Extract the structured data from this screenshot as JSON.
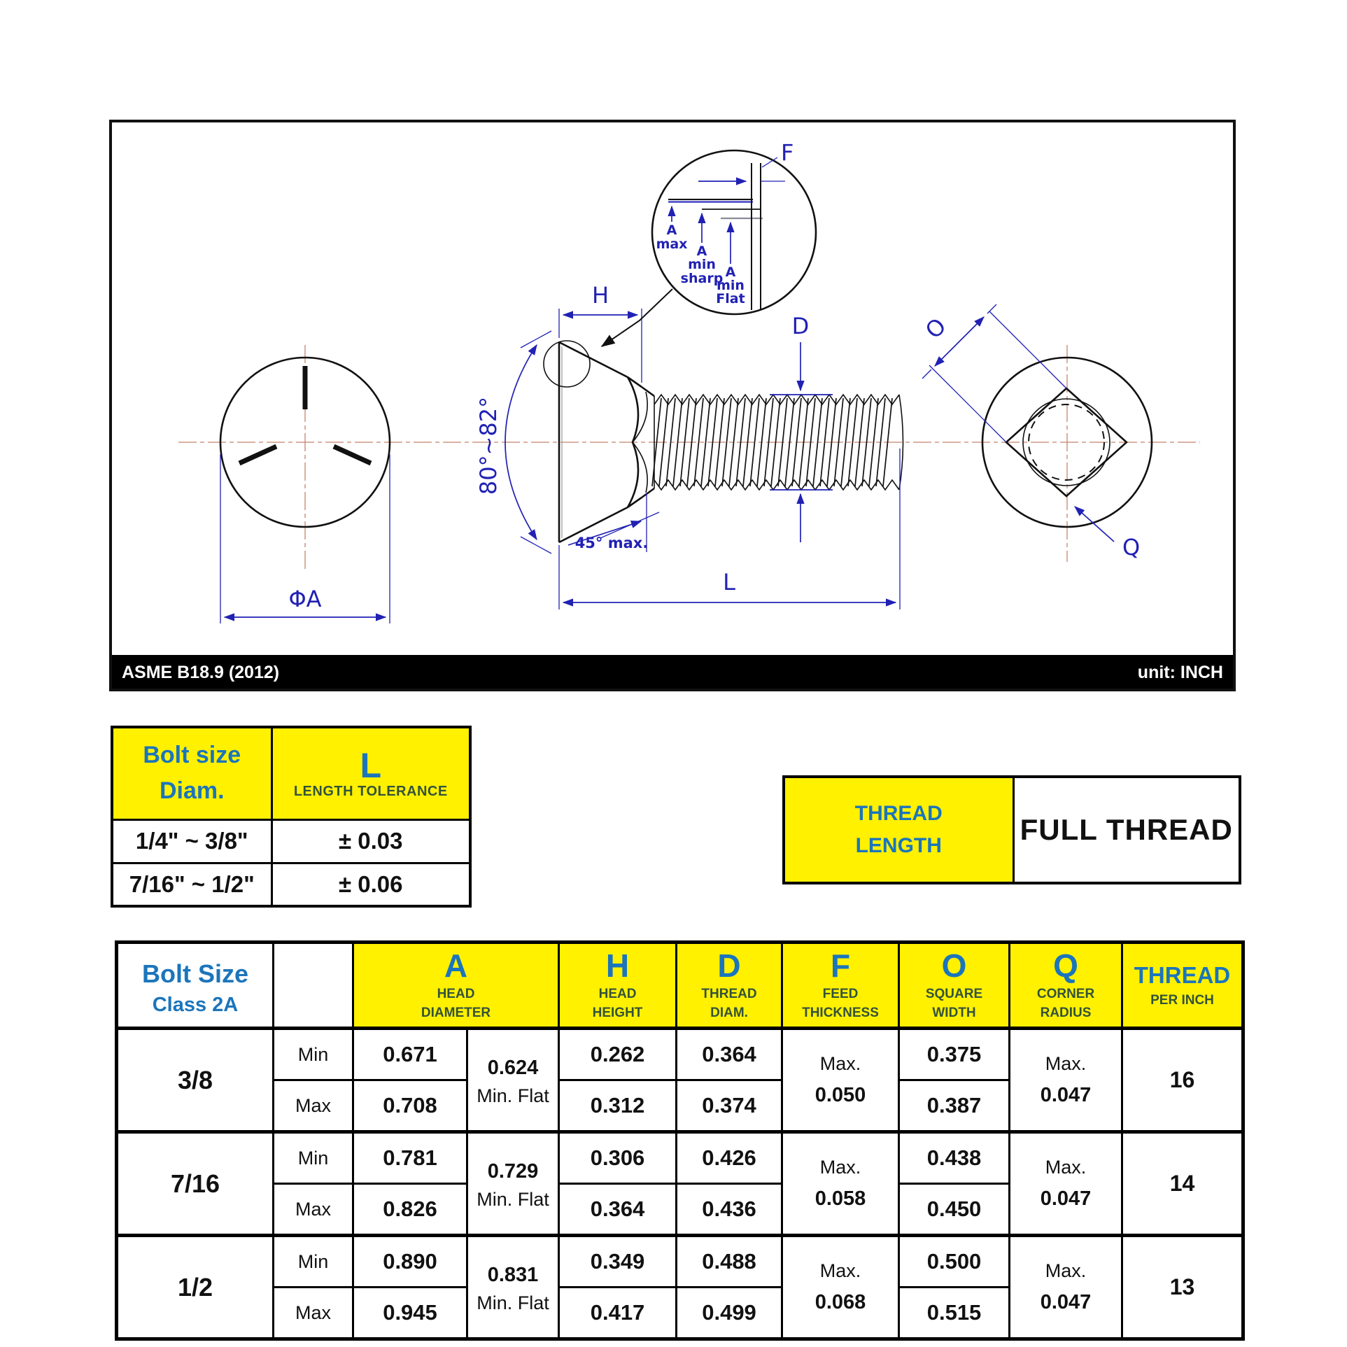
{
  "drawing": {
    "standard_label": "ASME B18.9 (2012)",
    "unit_label": "unit: INCH",
    "labels": {
      "phi_a": "ΦA",
      "h": "H",
      "d": "D",
      "f": "F",
      "l": "L",
      "o": "O",
      "q": "Q",
      "angle": "80°~82°",
      "chamfer": "45° max.",
      "a_max_1": "A",
      "a_max_2": "max",
      "a_min_sharp_1": "A",
      "a_min_sharp_2": "min",
      "a_min_sharp_3": "sharp",
      "a_min_flat_1": "A",
      "a_min_flat_2": "min",
      "a_min_flat_3": "Flat"
    }
  },
  "tolerance_table": {
    "col1_line1": "Bolt size",
    "col1_line2": "Diam.",
    "col2_letter": "L",
    "col2_sub": "LENGTH TOLERANCE",
    "rows": [
      {
        "size": "1/4\" ~ 3/8\"",
        "tol": "± 0.03"
      },
      {
        "size": "7/16\" ~ 1/2\"",
        "tol": "± 0.06"
      }
    ]
  },
  "thread_length_table": {
    "label_line1": "THREAD",
    "label_line2": "LENGTH",
    "value": "FULL THREAD"
  },
  "spec_table": {
    "title_line1": "Bolt Size",
    "title_line2": "Class 2A",
    "headers": {
      "a_letter": "A",
      "a_sub1": "HEAD",
      "a_sub2": "DIAMETER",
      "h_letter": "H",
      "h_sub1": "HEAD",
      "h_sub2": "HEIGHT",
      "d_letter": "D",
      "d_sub1": "THREAD",
      "d_sub2": "DIAM.",
      "f_letter": "F",
      "f_sub1": "FEED",
      "f_sub2": "THICKNESS",
      "o_letter": "O",
      "o_sub1": "SQUARE",
      "o_sub2": "WIDTH",
      "q_letter": "Q",
      "q_sub1": "CORNER",
      "q_sub2": "RADIUS",
      "t_letter": "THREAD",
      "t_sub": "PER INCH"
    },
    "rows": [
      {
        "size": "3/8",
        "min_label": "Min",
        "max_label": "Max",
        "a_min": "0.671",
        "a_max": "0.708",
        "flat_value": "0.624",
        "flat_label": "Min. Flat",
        "h_min": "0.262",
        "h_max": "0.312",
        "d_min": "0.364",
        "d_max": "0.374",
        "f_label": "Max.",
        "f_value": "0.050",
        "o_min": "0.375",
        "o_max": "0.387",
        "q_label": "Max.",
        "q_value": "0.047",
        "tpi": "16"
      },
      {
        "size": "7/16",
        "min_label": "Min",
        "max_label": "Max",
        "a_min": "0.781",
        "a_max": "0.826",
        "flat_value": "0.729",
        "flat_label": "Min. Flat",
        "h_min": "0.306",
        "h_max": "0.364",
        "d_min": "0.426",
        "d_max": "0.436",
        "f_label": "Max.",
        "f_value": "0.058",
        "o_min": "0.438",
        "o_max": "0.450",
        "q_label": "Max.",
        "q_value": "0.047",
        "tpi": "14"
      },
      {
        "size": "1/2",
        "min_label": "Min",
        "max_label": "Max",
        "a_min": "0.890",
        "a_max": "0.945",
        "flat_value": "0.831",
        "flat_label": "Min. Flat",
        "h_min": "0.349",
        "h_max": "0.417",
        "d_min": "0.488",
        "d_max": "0.499",
        "f_label": "Max.",
        "f_value": "0.068",
        "o_min": "0.500",
        "o_max": "0.515",
        "q_label": "Max.",
        "q_value": "0.047",
        "tpi": "13"
      }
    ]
  },
  "colors": {
    "accent_blue": "#1B75BC",
    "dimension_blue": "#2121B4",
    "header_yellow": "#FFF100",
    "centerline": "#C4846C"
  }
}
